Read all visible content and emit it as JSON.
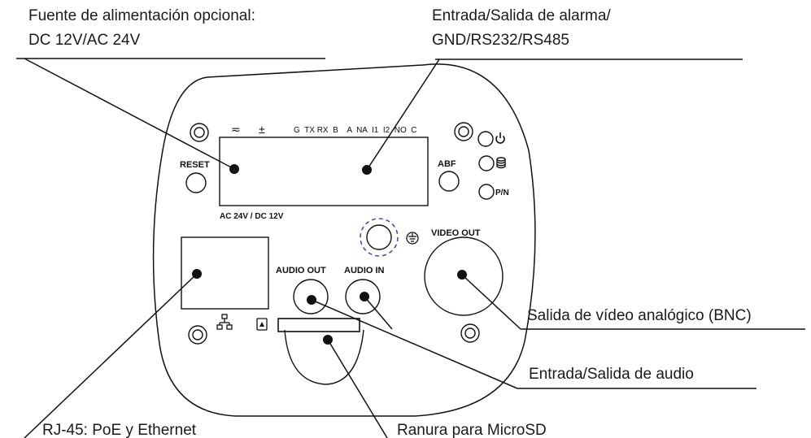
{
  "callouts": {
    "power_line1": "Fuente de alimentación opcional:",
    "power_line2": "DC 12V/AC 24V",
    "alarm_line1": "Entrada/Salida de alarma/",
    "alarm_line2": "GND/RS232/RS485",
    "video": "Salida de vídeo analógico (BNC)",
    "audio": "Entrada/Salida de audio",
    "rj45": "RJ-45: PoE y Ethernet",
    "microsd": "Ranura para MicroSD"
  },
  "panel": {
    "reset": "RESET",
    "abf": "ABF",
    "power_rating": "AC 24V / DC 12V",
    "terminal_labels": "G  TX RX  B    A  NA  I1  I2  NO  C",
    "ac_symbol": "≂",
    "dc_symbol": "±",
    "video_out": "VIDEO OUT",
    "audio_out": "AUDIO OUT",
    "audio_in": "AUDIO IN",
    "pn": "P/N"
  }
}
